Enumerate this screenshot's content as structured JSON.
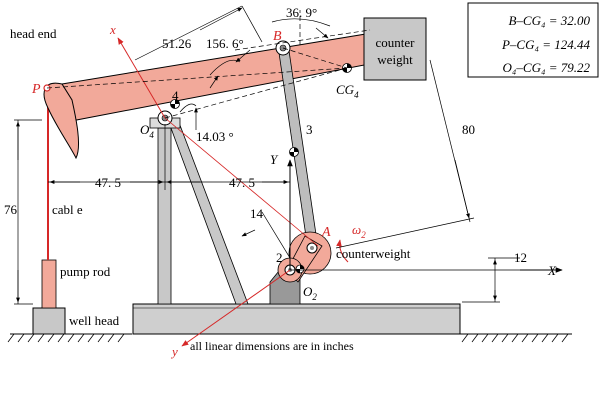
{
  "labels": {
    "head_end": "head end",
    "P": "P",
    "B": "B",
    "A": "A",
    "O4": "O",
    "O4_sub": "4",
    "O2": "O",
    "O2_sub": "2",
    "CG4": "CG",
    "CG4_sub": "4",
    "link2": "2",
    "link3": "3",
    "link4": "4",
    "axis_x_small": "x",
    "axis_y_small": "y",
    "axis_X": "X",
    "axis_Y": "Y",
    "omega": "ω",
    "omega_sub": "2",
    "counter_weight_1": "counter",
    "counter_weight_2": "weight",
    "counterweight": "counterweight",
    "cable": "cabl e",
    "pump_rod": "pump rod",
    "well_head": "well head",
    "note": "all linear dimensions are in inches"
  },
  "dimensions": {
    "d51_26": "51.26",
    "d156_6": "156. 6°",
    "d36_9": "36. 9°",
    "d14_03": "14.03 °",
    "d80": "80",
    "d47_5_left": "47. 5",
    "d47_5_right": "47. 5",
    "d76": "76",
    "d14": "14",
    "d12": "12"
  },
  "info_box": {
    "line1": "B–CG₄ = 32.00",
    "line2": "P–CG₄ = 124.44",
    "line3": "O₄–CG₄ = 79.22"
  },
  "colors": {
    "beam": "#f2a99a",
    "accent_red": "#d62828",
    "gray_fill": "#c8c8c8",
    "dark_gray": "#999999",
    "line": "#000000"
  }
}
